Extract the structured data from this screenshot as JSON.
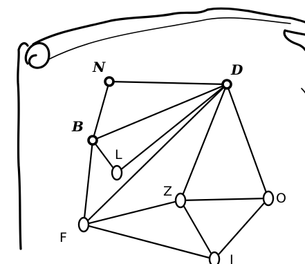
{
  "diagram": {
    "nodes": [
      {
        "id": "N",
        "label": "N",
        "style": "handwritten"
      },
      {
        "id": "D",
        "label": "D",
        "style": "handwritten"
      },
      {
        "id": "B",
        "label": "B",
        "style": "handwritten"
      },
      {
        "id": "L",
        "label": "L",
        "style": "print"
      },
      {
        "id": "Z",
        "label": "Z",
        "style": "print"
      },
      {
        "id": "O",
        "label": "O",
        "style": "print"
      },
      {
        "id": "F",
        "label": "F",
        "style": "print"
      },
      {
        "id": "I",
        "label": "I",
        "style": "print"
      }
    ],
    "edges": [
      [
        "N",
        "D"
      ],
      [
        "N",
        "B"
      ],
      [
        "B",
        "D"
      ],
      [
        "B",
        "L"
      ],
      [
        "B",
        "F"
      ],
      [
        "L",
        "D"
      ],
      [
        "F",
        "D"
      ],
      [
        "F",
        "Z"
      ],
      [
        "F",
        "I"
      ],
      [
        "Z",
        "D"
      ],
      [
        "Z",
        "O"
      ],
      [
        "Z",
        "I"
      ],
      [
        "O",
        "D"
      ],
      [
        "O",
        "I"
      ]
    ]
  },
  "colors": {
    "ink": "#000000",
    "paper": "#ffffff"
  }
}
